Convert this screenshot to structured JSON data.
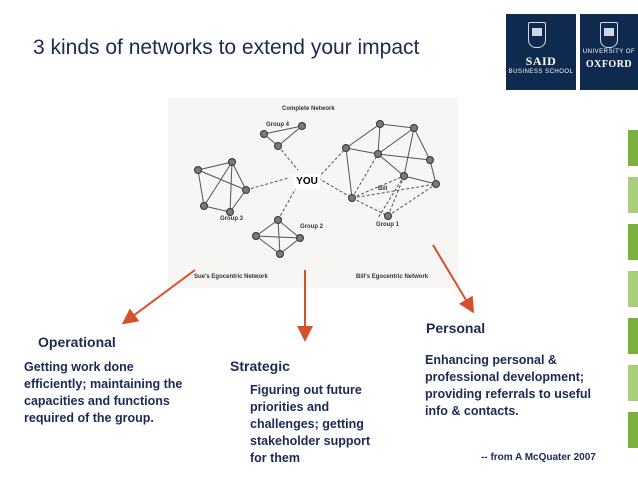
{
  "slide": {
    "title": "3 kinds of networks to extend your impact"
  },
  "logos": {
    "said": {
      "main": "SAID",
      "sub": "BUSINESS SCHOOL"
    },
    "oxford": {
      "main": "OXFORD",
      "sub": "UNIVERSITY OF"
    }
  },
  "diagram": {
    "labels": {
      "complete_network": "Complete Network",
      "group1": "Group 1",
      "group2": "Group 2",
      "group3": "Group 3",
      "group4": "Group 4",
      "bill": "Bill",
      "sue_network": "Sue's Egocentric Network",
      "bill_network": "Bill's Egocentric Network"
    },
    "you_label": "YOU"
  },
  "networks": {
    "operational": {
      "heading": "Operational",
      "line1": "Getting work done",
      "line2": "efficiently; maintaining the",
      "line3": "capacities and functions",
      "line4": "required of the group."
    },
    "strategic": {
      "heading": "Strategic",
      "line1": "Figuring out future",
      "line2": "priorities and",
      "line3": "challenges; getting",
      "line4": "stakeholder support",
      "line5": "for them"
    },
    "personal": {
      "heading": "Personal",
      "line1": "Enhancing personal &",
      "line2": "professional development;",
      "line3": "providing referrals to useful",
      "line4": "info & contacts."
    }
  },
  "credit": "-- from A McQuater 2007",
  "colors": {
    "navy": "#1a2a55",
    "arrow": "#d6502a",
    "green": "#7bb03a",
    "logo_bg": "#0f2a4e"
  }
}
